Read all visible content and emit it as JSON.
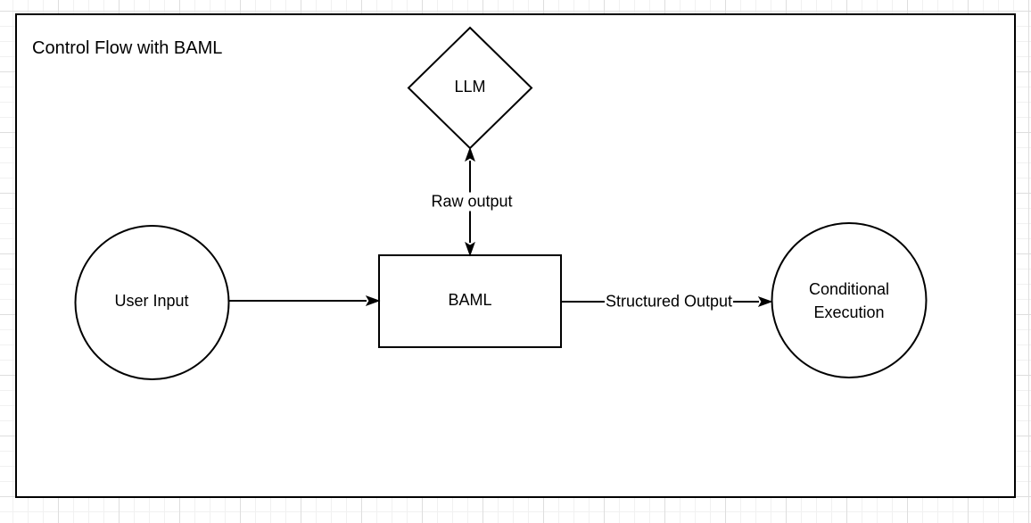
{
  "diagram": {
    "title": "Control Flow with BAML",
    "nodes": {
      "llm": {
        "label": "LLM",
        "shape": "diamond"
      },
      "user_input": {
        "label": "User Input",
        "shape": "circle"
      },
      "baml": {
        "label": "BAML",
        "shape": "rectangle"
      },
      "conditional_execution": {
        "label": "Conditional Execution",
        "shape": "circle"
      }
    },
    "edges": {
      "user_input_to_baml": {
        "label": "",
        "from": "User Input",
        "to": "BAML",
        "direction": "forward"
      },
      "baml_llm": {
        "label": "Raw output",
        "from": "BAML",
        "to": "LLM",
        "direction": "bidirectional"
      },
      "baml_to_conditional_execution": {
        "label": "Structured Output",
        "from": "BAML",
        "to": "Conditional Execution",
        "direction": "forward"
      }
    },
    "colors": {
      "stroke": "#000000",
      "shape_fill": "#ffffff",
      "text": "#000000",
      "grid_minor": "#f1f1f1",
      "grid_major": "#dedede",
      "background": "#ffffff"
    }
  }
}
